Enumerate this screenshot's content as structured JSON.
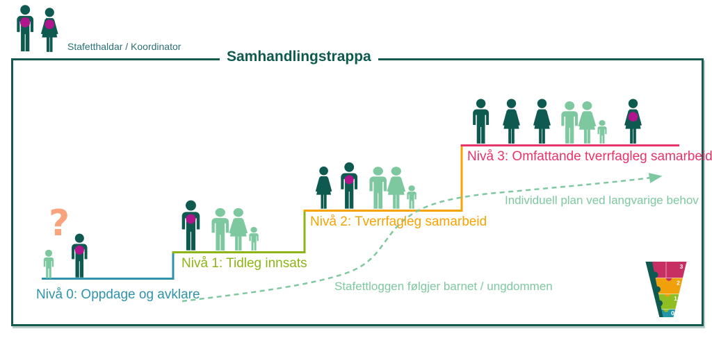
{
  "header": {
    "coordinator_label": "Stafetthaldar / Koordinator",
    "title": "Samhandlingstrappa"
  },
  "levels": [
    {
      "label": "Nivå 0: Oppdage og avklare",
      "color": "#2E93AB"
    },
    {
      "label": "Nivå 1: Tidleg innsats",
      "color": "#8CB414"
    },
    {
      "label": "Nivå 2: Tverrfagleg samarbeid",
      "color": "#F5A303"
    },
    {
      "label": "Nivå 3: Omfattande tverrfagleg samarbeid",
      "color": "#E73468"
    }
  ],
  "annotations": {
    "question_mark": "?",
    "stafettlogg_label": "Stafettloggen følgjer barnet / ungdommen",
    "individuell_plan_label": "Individuell plan ved langvarige behov"
  },
  "funnel_icon": {
    "numbers": [
      "3",
      "2",
      "1",
      "0"
    ],
    "colors": [
      "#C72E62",
      "#EFA00B",
      "#8FBE21",
      "#2395A8"
    ]
  },
  "palette": {
    "dark_teal": "#0E5A50",
    "light_green": "#7EC8A0",
    "magenta": "#B0168C",
    "salmon": "#F8A47E",
    "border": "#14594E"
  }
}
